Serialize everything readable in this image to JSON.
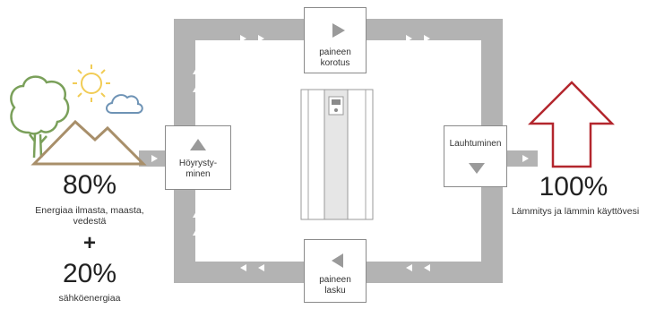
{
  "colors": {
    "loop": "#b3b3b3",
    "arrow": "#ffffff",
    "box_border": "#8a8a8a",
    "box_icon": "#9a9a9a",
    "tree": "#7aa05a",
    "sun": "#f1cc55",
    "cloud": "#6e93b5",
    "mountain": "#a88f6a",
    "house": "#b3262d",
    "unit_fill": "#e6e6e6"
  },
  "stages": {
    "compress": "paineen korotus",
    "condense": "Lauhtuminen",
    "evaporate": "Höyrysty- minen",
    "expand": "paineen lasku"
  },
  "source": {
    "percent": "80%",
    "label": "Energiaa ilmasta, maasta, vedestä"
  },
  "plus": "+",
  "electric": {
    "percent": "20%",
    "label": "sähköenergiaa"
  },
  "output": {
    "percent": "100%",
    "label": "Lämmitys ja lämmin käyttövesi"
  }
}
